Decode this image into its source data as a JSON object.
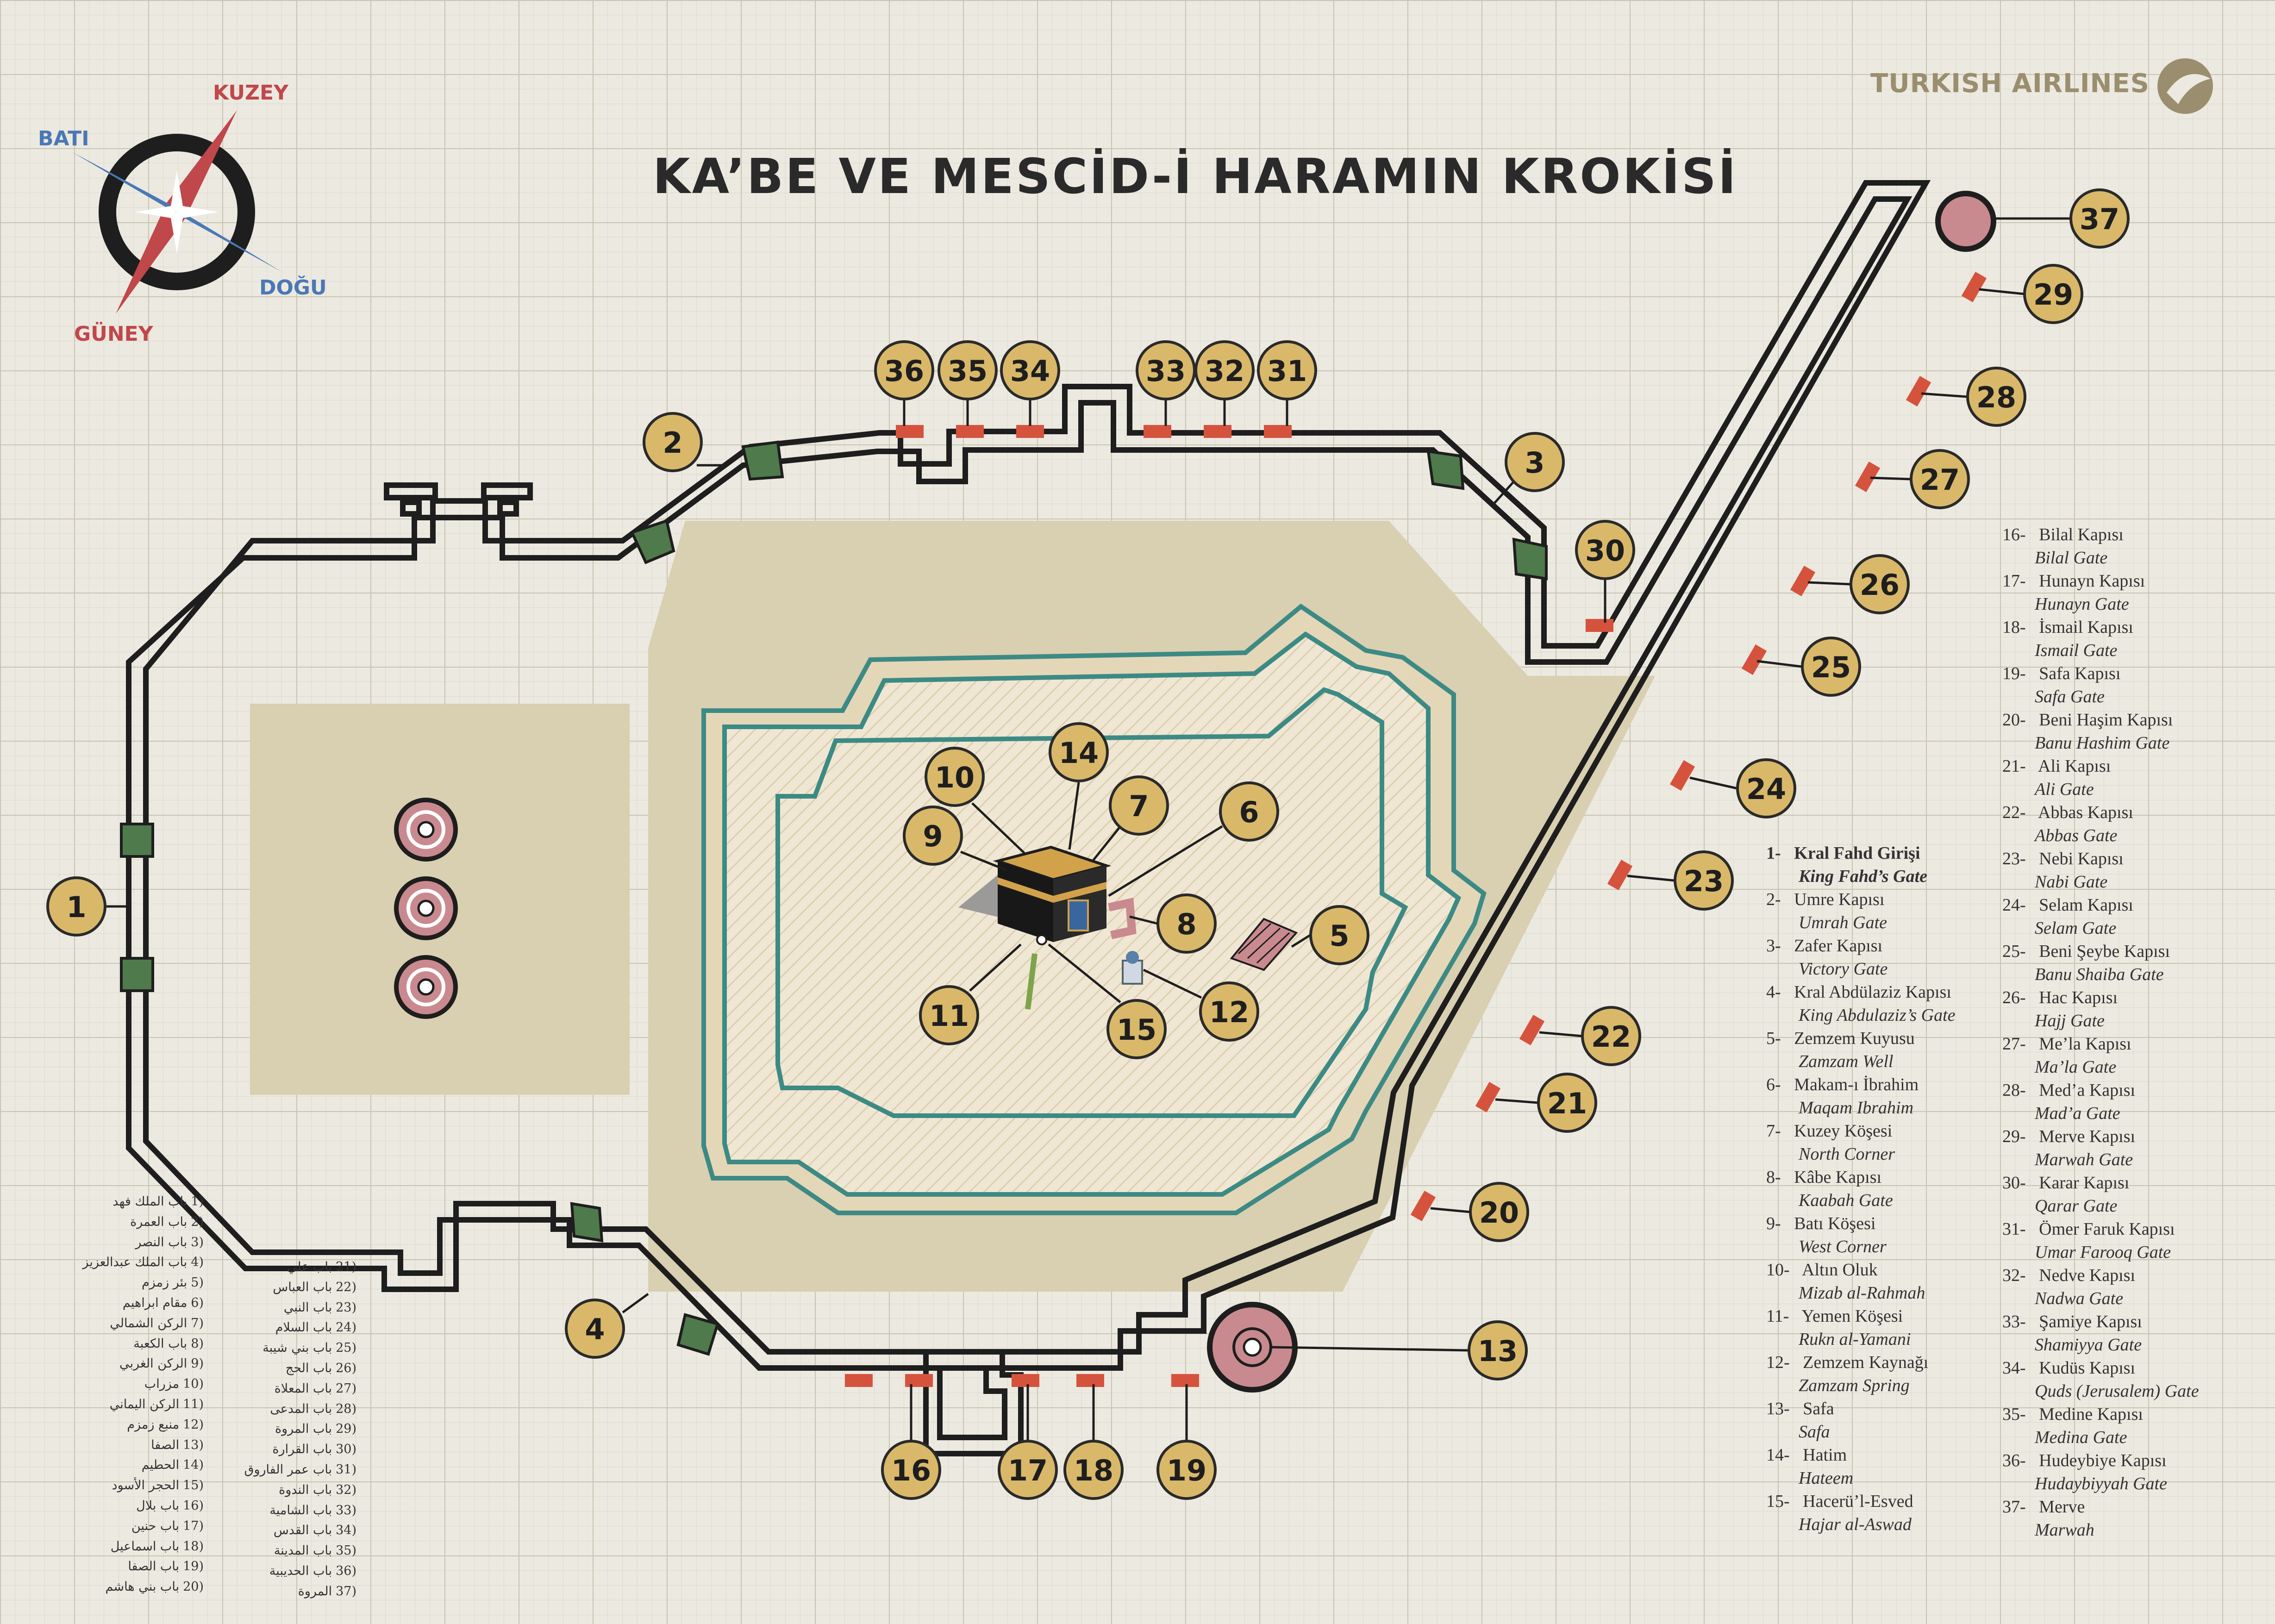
{
  "header": {
    "title": "KA’BE VE MESCİD-İ HARAMIN KROKİSİ",
    "brand": "TURKISH AIRLINES"
  },
  "compass": {
    "north": "KUZEY",
    "south": "GÜNEY",
    "east": "DOĞU",
    "west": "BATI",
    "colors": {
      "north_south": "#c0474a",
      "east_west": "#4a78b5",
      "ring": "#1e1e1e"
    }
  },
  "colors": {
    "marker_fill": "#d9b86a",
    "marker_stroke": "#2a2a2a",
    "gate_red": "#d5533d",
    "corner_green": "#4f7a4c",
    "mataf": "#d9cfb1",
    "mosque_outline": "#3d8a84",
    "hatch": "#e7dcc4",
    "circle_pink": "#c98a8f",
    "wall": "#1e1e1e"
  },
  "markers": [
    {
      "n": "1"
    },
    {
      "n": "2"
    },
    {
      "n": "3"
    },
    {
      "n": "4"
    },
    {
      "n": "5"
    },
    {
      "n": "6"
    },
    {
      "n": "7"
    },
    {
      "n": "8"
    },
    {
      "n": "9"
    },
    {
      "n": "10"
    },
    {
      "n": "11"
    },
    {
      "n": "12"
    },
    {
      "n": "13"
    },
    {
      "n": "14"
    },
    {
      "n": "15"
    },
    {
      "n": "16"
    },
    {
      "n": "17"
    },
    {
      "n": "18"
    },
    {
      "n": "19"
    },
    {
      "n": "20"
    },
    {
      "n": "21"
    },
    {
      "n": "22"
    },
    {
      "n": "23"
    },
    {
      "n": "24"
    },
    {
      "n": "25"
    },
    {
      "n": "26"
    },
    {
      "n": "27"
    },
    {
      "n": "28"
    },
    {
      "n": "29"
    },
    {
      "n": "30"
    },
    {
      "n": "31"
    },
    {
      "n": "32"
    },
    {
      "n": "33"
    },
    {
      "n": "34"
    },
    {
      "n": "35"
    },
    {
      "n": "36"
    },
    {
      "n": "37"
    }
  ],
  "legend_ar": [
    {
      "n": "1)",
      "t": "باب الملك فهد"
    },
    {
      "n": "2)",
      "t": "باب العمرة"
    },
    {
      "n": "3)",
      "t": "باب النصر"
    },
    {
      "n": "4)",
      "t": "باب الملك عبدالعزيز"
    },
    {
      "n": "5)",
      "t": "بئر زمزم"
    },
    {
      "n": "6)",
      "t": "مقام ابراهيم"
    },
    {
      "n": "7)",
      "t": "الركن الشمالي"
    },
    {
      "n": "8)",
      "t": "باب الكعبة"
    },
    {
      "n": "9)",
      "t": "الركن الغربي"
    },
    {
      "n": "10)",
      "t": "مزراب"
    },
    {
      "n": "11)",
      "t": "الركن اليماني"
    },
    {
      "n": "12)",
      "t": "منبع زمزم"
    },
    {
      "n": "13)",
      "t": "الصفا"
    },
    {
      "n": "14)",
      "t": "الحطيم"
    },
    {
      "n": "15)",
      "t": "الحجر الأسود"
    },
    {
      "n": "16)",
      "t": "باب بلال"
    },
    {
      "n": "17)",
      "t": "باب حنين"
    },
    {
      "n": "18)",
      "t": "باب اسماعيل"
    },
    {
      "n": "19)",
      "t": "باب الصفا"
    },
    {
      "n": "20)",
      "t": "باب بني هاشم"
    },
    {
      "n": "21)",
      "t": "باب علي"
    },
    {
      "n": "22)",
      "t": "باب العباس"
    },
    {
      "n": "23)",
      "t": "باب النبي"
    },
    {
      "n": "24)",
      "t": "باب السلام"
    },
    {
      "n": "25)",
      "t": "باب بني شيبة"
    },
    {
      "n": "26)",
      "t": "باب الحج"
    },
    {
      "n": "27)",
      "t": "باب المعلاة"
    },
    {
      "n": "28)",
      "t": "باب المدعى"
    },
    {
      "n": "29)",
      "t": "باب المروة"
    },
    {
      "n": "30)",
      "t": "باب القرارة"
    },
    {
      "n": "31)",
      "t": "باب عمر الفاروق"
    },
    {
      "n": "32)",
      "t": "باب الندوة"
    },
    {
      "n": "33)",
      "t": "باب الشامية"
    },
    {
      "n": "34)",
      "t": "باب القدس"
    },
    {
      "n": "35)",
      "t": "باب المدينة"
    },
    {
      "n": "36)",
      "t": "باب الحديبية"
    },
    {
      "n": "37)",
      "t": "المروة"
    }
  ],
  "legend_en": [
    {
      "n": "1-",
      "tr": "Kral Fahd Girişi",
      "en": "King Fahd’s Gate"
    },
    {
      "n": "2-",
      "tr": "Umre Kapısı",
      "en": "Umrah Gate"
    },
    {
      "n": "3-",
      "tr": "Zafer Kapısı",
      "en": "Victory Gate"
    },
    {
      "n": "4-",
      "tr": "Kral Abdülaziz Kapısı",
      "en": "King Abdulaziz’s Gate"
    },
    {
      "n": "5-",
      "tr": "Zemzem Kuyusu",
      "en": "Zamzam Well"
    },
    {
      "n": "6-",
      "tr": "Makam-ı İbrahim",
      "en": "Maqam Ibrahim"
    },
    {
      "n": "7-",
      "tr": "Kuzey Köşesi",
      "en": "North Corner"
    },
    {
      "n": "8-",
      "tr": "Kâbe Kapısı",
      "en": "Kaabah Gate"
    },
    {
      "n": "9-",
      "tr": "Batı Köşesi",
      "en": "West Corner"
    },
    {
      "n": "10-",
      "tr": "Altın Oluk",
      "en": "Mizab al-Rahmah"
    },
    {
      "n": "11-",
      "tr": "Yemen Köşesi",
      "en": "Rukn al-Yamani"
    },
    {
      "n": "12-",
      "tr": "Zemzem Kaynağı",
      "en": "Zamzam Spring"
    },
    {
      "n": "13-",
      "tr": "Safa",
      "en": "Safa"
    },
    {
      "n": "14-",
      "tr": "Hatim",
      "en": "Hateem"
    },
    {
      "n": "15-",
      "tr": "Hacerü’l-Esved",
      "en": "Hajar al-Aswad"
    },
    {
      "n": "16-",
      "tr": "Bilal Kapısı",
      "en": "Bilal Gate"
    },
    {
      "n": "17-",
      "tr": "Hunayn Kapısı",
      "en": "Hunayn Gate"
    },
    {
      "n": "18-",
      "tr": "İsmail Kapısı",
      "en": "Ismail Gate"
    },
    {
      "n": "19-",
      "tr": "Safa Kapısı",
      "en": "Safa Gate"
    },
    {
      "n": "20-",
      "tr": "Beni Haşim Kapısı",
      "en": "Banu Hashim Gate"
    },
    {
      "n": "21-",
      "tr": "Ali Kapısı",
      "en": "Ali Gate"
    },
    {
      "n": "22-",
      "tr": "Abbas Kapısı",
      "en": "Abbas Gate"
    },
    {
      "n": "23-",
      "tr": "Nebi Kapısı",
      "en": "Nabi Gate"
    },
    {
      "n": "24-",
      "tr": "Selam Kapısı",
      "en": "Selam Gate"
    },
    {
      "n": "25-",
      "tr": "Beni Şeybe Kapısı",
      "en": "Banu Shaiba Gate"
    },
    {
      "n": "26-",
      "tr": "Hac Kapısı",
      "en": "Hajj Gate"
    },
    {
      "n": "27-",
      "tr": "Me’la Kapısı",
      "en": "Ma’la Gate"
    },
    {
      "n": "28-",
      "tr": "Med’a Kapısı",
      "en": "Mad’a Gate"
    },
    {
      "n": "29-",
      "tr": "Merve Kapısı",
      "en": "Marwah Gate"
    },
    {
      "n": "30-",
      "tr": "Karar Kapısı",
      "en": "Qarar Gate"
    },
    {
      "n": "31-",
      "tr": "Ömer Faruk Kapısı",
      "en": "Umar Farooq Gate"
    },
    {
      "n": "32-",
      "tr": "Nedve Kapısı",
      "en": "Nadwa Gate"
    },
    {
      "n": "33-",
      "tr": "Şamiye Kapısı",
      "en": "Shamiyya Gate"
    },
    {
      "n": "34-",
      "tr": "Kudüs Kapısı",
      "en": "Quds (Jerusalem) Gate"
    },
    {
      "n": "35-",
      "tr": "Medine Kapısı",
      "en": "Medina Gate"
    },
    {
      "n": "36-",
      "tr": "Hudeybiye Kapısı",
      "en": "Hudaybiyyah Gate"
    },
    {
      "n": "37-",
      "tr": "Merve",
      "en": "Marwah"
    }
  ]
}
